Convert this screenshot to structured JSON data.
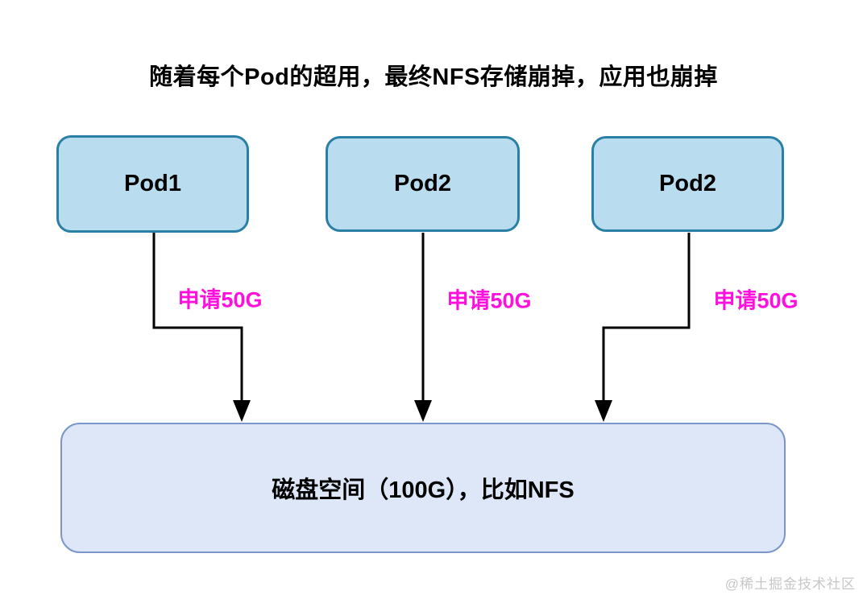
{
  "diagram": {
    "title": "随着每个Pod的超用，最终NFS存储崩掉，应用也崩掉",
    "pods": [
      {
        "label": "Pod1"
      },
      {
        "label": "Pod2"
      },
      {
        "label": "Pod2"
      }
    ],
    "edges": [
      {
        "label": "申请50G"
      },
      {
        "label": "申请50G"
      },
      {
        "label": "申请50G"
      }
    ],
    "storage": {
      "label": "磁盘空间（100G），比如NFS"
    },
    "watermark": "@稀土掘金技术社区",
    "colors": {
      "pod_fill": "#b9ddef",
      "pod_border": "#2a7fa5",
      "storage_fill": "#dde7f8",
      "storage_border": "#7b97c9",
      "edge_label": "#ff0fdc",
      "arrow": "#000000"
    }
  }
}
